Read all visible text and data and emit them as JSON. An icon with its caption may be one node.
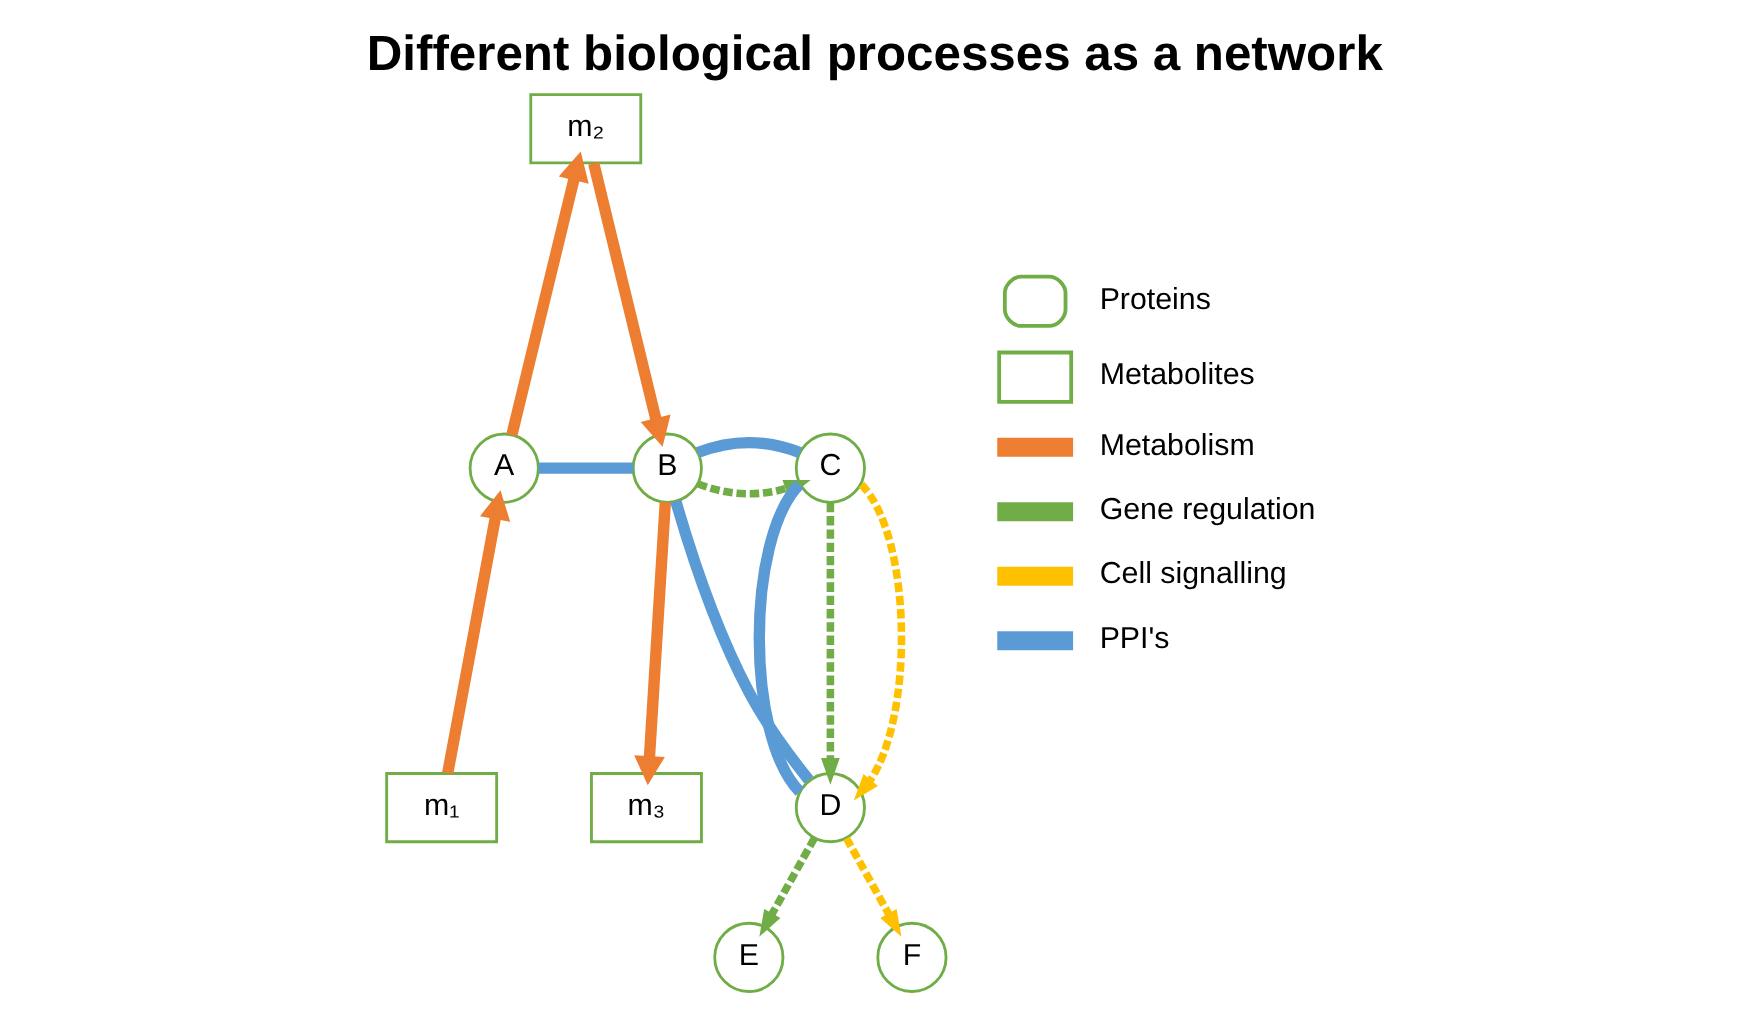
{
  "diagram": {
    "title": "Different biological processes as a network",
    "nodes": [
      {
        "text": [
          "A"
        ]
      },
      {
        "text": [
          "m₂"
        ]
      },
      {
        "text": [
          "B"
        ]
      },
      {
        "text": [
          "C"
        ]
      },
      {
        "text": [
          "m₁"
        ]
      },
      {
        "text": [
          "m₃"
        ]
      },
      {
        "text": [
          "D"
        ]
      },
      {
        "text": [
          "E"
        ]
      },
      {
        "text": [
          "F"
        ]
      }
    ],
    "edges": [
      {
        "from": 4,
        "to": 0,
        "arrow": "to",
        "color": "#ed7d31"
      },
      {
        "from": 0,
        "to": 1,
        "arrow": "to",
        "color": "#ed7d31"
      },
      {
        "from": 1,
        "to": 2,
        "arrow": "to",
        "color": "#ed7d31"
      },
      {
        "from": 2,
        "to": 5,
        "arrow": "to",
        "color": "#ed7d31"
      },
      {
        "from": 0,
        "to": 2,
        "arrow": "none",
        "color": "#5b9bd5"
      },
      {
        "from": 2,
        "to": 3,
        "arrow": "to",
        "style": "dashed",
        "color": "#70ad47"
      },
      {
        "from": 2,
        "to": 3,
        "arrow": "none",
        "color": "#5b9bd5"
      },
      {
        "from": 2,
        "to": 6,
        "arrow": "none",
        "color": "#5b9bd5"
      },
      {
        "from": 3,
        "to": 6,
        "arrow": "none",
        "color": "#5b9bd5"
      },
      {
        "from": 3,
        "to": 6,
        "arrow": "to",
        "style": "dashed",
        "color": "#70ad47"
      },
      {
        "from": 3,
        "to": 6,
        "arrow": "to",
        "style": "dashed",
        "color": "#ffc000"
      },
      {
        "from": 6,
        "to": 7,
        "arrow": "to",
        "style": "dashed",
        "color": "#70ad47"
      },
      {
        "from": 6,
        "to": 8,
        "arrow": "to",
        "style": "dashed",
        "color": "#ffc000"
      }
    ],
    "legend": [
      {
        "text": "Proteins"
      },
      {
        "text": "Metabolites"
      },
      {
        "text": "Metabolism"
      },
      {
        "text": "Gene regulation"
      },
      {
        "text": "Cell signalling"
      },
      {
        "text": "PPI's",
        "color": "#5b9bd5"
      }
    ]
  }
}
